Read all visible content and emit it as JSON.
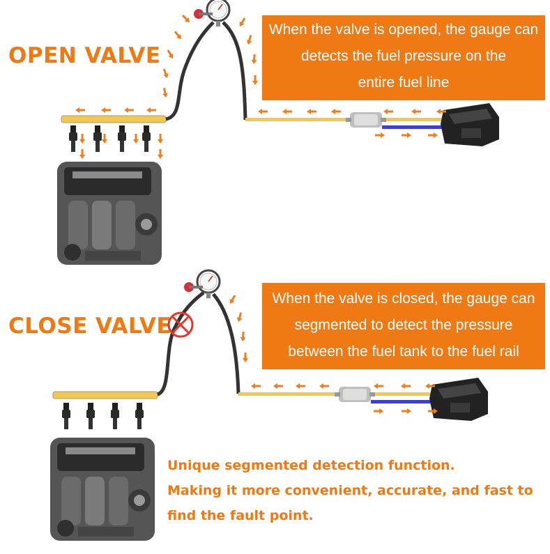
{
  "colors": {
    "accent": "#EF7A13",
    "arrow": "#F07D1E",
    "fuel_line": "#F2C94C",
    "return_line": "#3B3FD6",
    "hose": "#333333",
    "valve": "#D0323A",
    "cross": "#E0362B"
  },
  "top_panel": {
    "heading": "OPEN VALVE",
    "callout_lines": [
      "When the valve is opened, the gauge can",
      "detects the fuel pressure on the",
      "entire fuel line"
    ]
  },
  "bottom_panel": {
    "heading": "CLOSE VALVE",
    "callout_lines": [
      "When the valve is closed, the gauge can",
      "segmented to detect the pressure",
      "between the fuel tank to the fuel rail"
    ]
  },
  "tagline_lines": [
    "Unique segmented detection function.",
    "Making it more convenient, accurate, and fast to",
    "find the fault point."
  ],
  "icons": {
    "gauge": "pressure-gauge-icon",
    "valve": "valve-handle-icon",
    "closed": "closed-valve-cross-icon",
    "engine": "engine-icon",
    "tank": "fuel-tank-icon",
    "pump": "fuel-pump-icon"
  }
}
